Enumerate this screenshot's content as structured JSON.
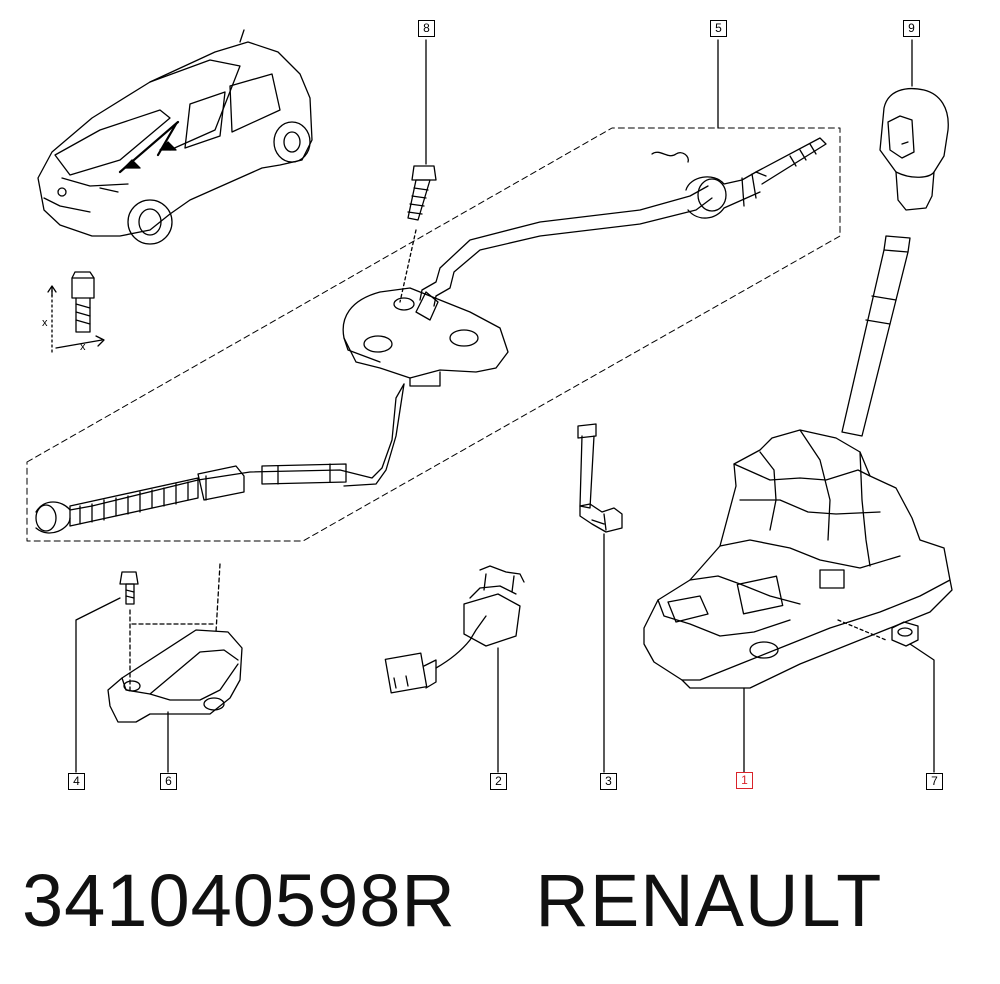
{
  "caption": {
    "part_number": "341040598R",
    "brand": "RENAULT"
  },
  "callouts": [
    {
      "id": "1",
      "highlighted": true
    },
    {
      "id": "2",
      "highlighted": false
    },
    {
      "id": "3",
      "highlighted": false
    },
    {
      "id": "4",
      "highlighted": false
    },
    {
      "id": "5",
      "highlighted": false
    },
    {
      "id": "6",
      "highlighted": false
    },
    {
      "id": "7",
      "highlighted": false
    },
    {
      "id": "8",
      "highlighted": false
    },
    {
      "id": "9",
      "highlighted": false
    }
  ],
  "dimension_labels": {
    "x1": "x",
    "x2": "x"
  },
  "colors": {
    "line": "#000000",
    "highlight": "#d9232a",
    "background": "#ffffff"
  }
}
